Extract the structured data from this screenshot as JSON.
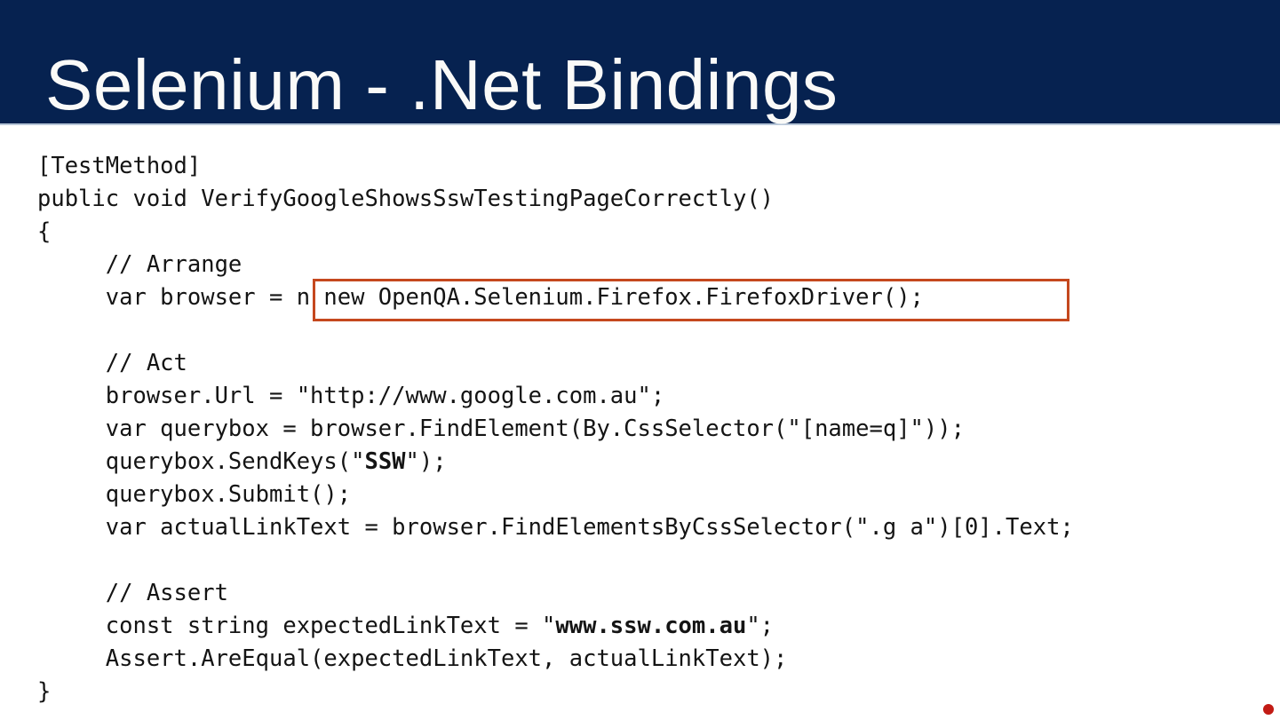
{
  "header": {
    "title": "Selenium - .Net Bindings"
  },
  "code": {
    "lines": [
      {
        "segments": [
          {
            "text": "[TestMethod]"
          }
        ]
      },
      {
        "segments": [
          {
            "text": "public void VerifyGoogleShowsSswTestingPageCorrectly()"
          }
        ]
      },
      {
        "segments": [
          {
            "text": "{"
          }
        ]
      },
      {
        "segments": [
          {
            "text": "     // Arrange"
          }
        ]
      },
      {
        "segments": [
          {
            "text": "     var browser = n new OpenQA.Selenium.Firefox.FirefoxDriver();"
          }
        ]
      },
      {
        "segments": []
      },
      {
        "segments": [
          {
            "text": "     // Act"
          }
        ]
      },
      {
        "segments": [
          {
            "text": "     browser.Url = \"http://www.google.com.au\";"
          }
        ]
      },
      {
        "segments": [
          {
            "text": "     var querybox = browser.FindElement(By.CssSelector(\"[name=q]\"));"
          }
        ]
      },
      {
        "segments": [
          {
            "text": "     querybox.SendKeys(\""
          },
          {
            "text": "SSW",
            "bold": true
          },
          {
            "text": "\");"
          }
        ]
      },
      {
        "segments": [
          {
            "text": "     querybox.Submit();"
          }
        ]
      },
      {
        "segments": [
          {
            "text": "     var actualLinkText = browser.FindElementsByCssSelector(\".g a\")[0].Text;"
          }
        ]
      },
      {
        "segments": []
      },
      {
        "segments": [
          {
            "text": "     // Assert"
          }
        ]
      },
      {
        "segments": [
          {
            "text": "     const string expectedLinkText = \""
          },
          {
            "text": "www.ssw.com.au",
            "bold": true
          },
          {
            "text": "\";"
          }
        ]
      },
      {
        "segments": [
          {
            "text": "     Assert.AreEqual(expectedLinkText, actualLinkText);"
          }
        ]
      },
      {
        "segments": [
          {
            "text": "}"
          }
        ]
      }
    ]
  },
  "highlight": {
    "snippet": "new OpenQA.Selenium.Firefox.FirefoxDriver();",
    "border_color": "#C5481E"
  },
  "colors": {
    "header_bg": "#062250",
    "header_border": "#B7C6D8",
    "title_color": "#FAFAF8",
    "code_text": "#141414",
    "highlight_border": "#C5481E",
    "dot_color": "#C21B14"
  }
}
